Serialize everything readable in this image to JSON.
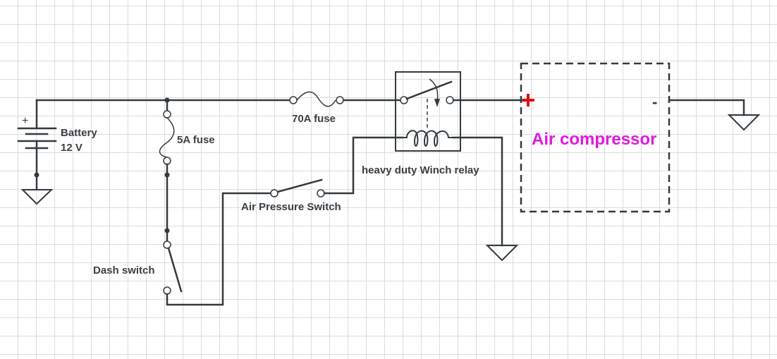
{
  "diagram": {
    "title": "Air compressor wiring schematic",
    "components": {
      "battery": {
        "label": "Battery",
        "voltage": "12 V",
        "polarity_mark": "+"
      },
      "fuse_5a": {
        "label": "5A fuse"
      },
      "fuse_70a": {
        "label": "70A fuse"
      },
      "relay": {
        "label": "heavy duty Winch relay"
      },
      "air_pressure_switch": {
        "label": "Air Pressure Switch"
      },
      "dash_switch": {
        "label": "Dash switch"
      },
      "air_compressor": {
        "label": "Air compressor",
        "positive_mark": "+",
        "negative_mark": "-",
        "label_color": "#e018e0",
        "positive_color": "#e01010"
      }
    },
    "grounds": [
      "battery-ground",
      "relay-coil-ground",
      "compressor-ground"
    ],
    "colors": {
      "wire": "#333a3f",
      "grid": "#dcdcdc",
      "text": "#3a3f44"
    }
  }
}
